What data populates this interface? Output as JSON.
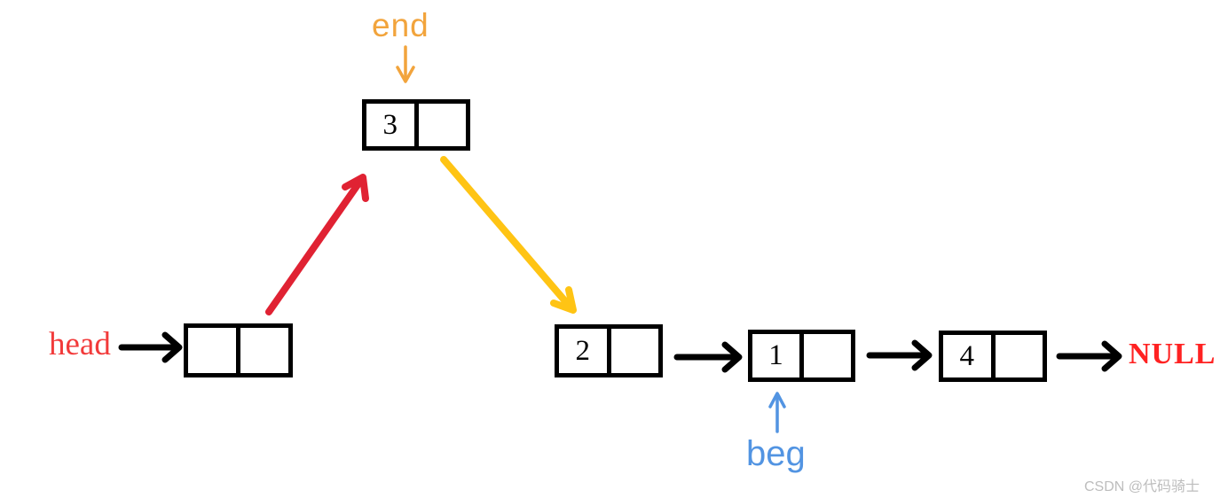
{
  "pointers": {
    "end": {
      "label": "end",
      "points_to": "node-3"
    },
    "head": {
      "label": "head",
      "points_to": "head-node"
    },
    "beg": {
      "label": "beg",
      "points_to": "node-1"
    }
  },
  "terminator": {
    "label": "NULL"
  },
  "nodes": [
    {
      "name": "node-3",
      "value": "3"
    },
    {
      "name": "head-node",
      "value": ""
    },
    {
      "name": "node-2",
      "value": "2"
    },
    {
      "name": "node-1",
      "value": "1"
    },
    {
      "name": "node-4",
      "value": "4"
    }
  ],
  "arrows": [
    {
      "name": "end-down-arrow",
      "color": "orange",
      "from": "end-label",
      "to": "node-3"
    },
    {
      "name": "red-link-arrow",
      "color": "red",
      "from": "head-node",
      "to": "node-3"
    },
    {
      "name": "yellow-link-arrow",
      "color": "yellow",
      "from": "node-3",
      "to": "node-2"
    },
    {
      "name": "head-arrow",
      "color": "black",
      "from": "head-label",
      "to": "head-node"
    },
    {
      "name": "link-2-to-1",
      "color": "black",
      "from": "node-2",
      "to": "node-1"
    },
    {
      "name": "link-1-to-4",
      "color": "black",
      "from": "node-1",
      "to": "node-4"
    },
    {
      "name": "link-4-to-null",
      "color": "black",
      "from": "node-4",
      "to": "NULL"
    },
    {
      "name": "beg-up-arrow",
      "color": "blue",
      "from": "beg-label",
      "to": "node-1"
    }
  ],
  "watermark": "CSDN @代码骑士",
  "colors": {
    "orange": "#F2A43C",
    "yellow": "#FFC414",
    "red": "#E02233",
    "head-red": "#F23B3B",
    "null-red": "#FF2222",
    "blue": "#5294E2",
    "black": "#000000",
    "gray": "#BDBDBD",
    "bg": "#FFFFFF"
  }
}
